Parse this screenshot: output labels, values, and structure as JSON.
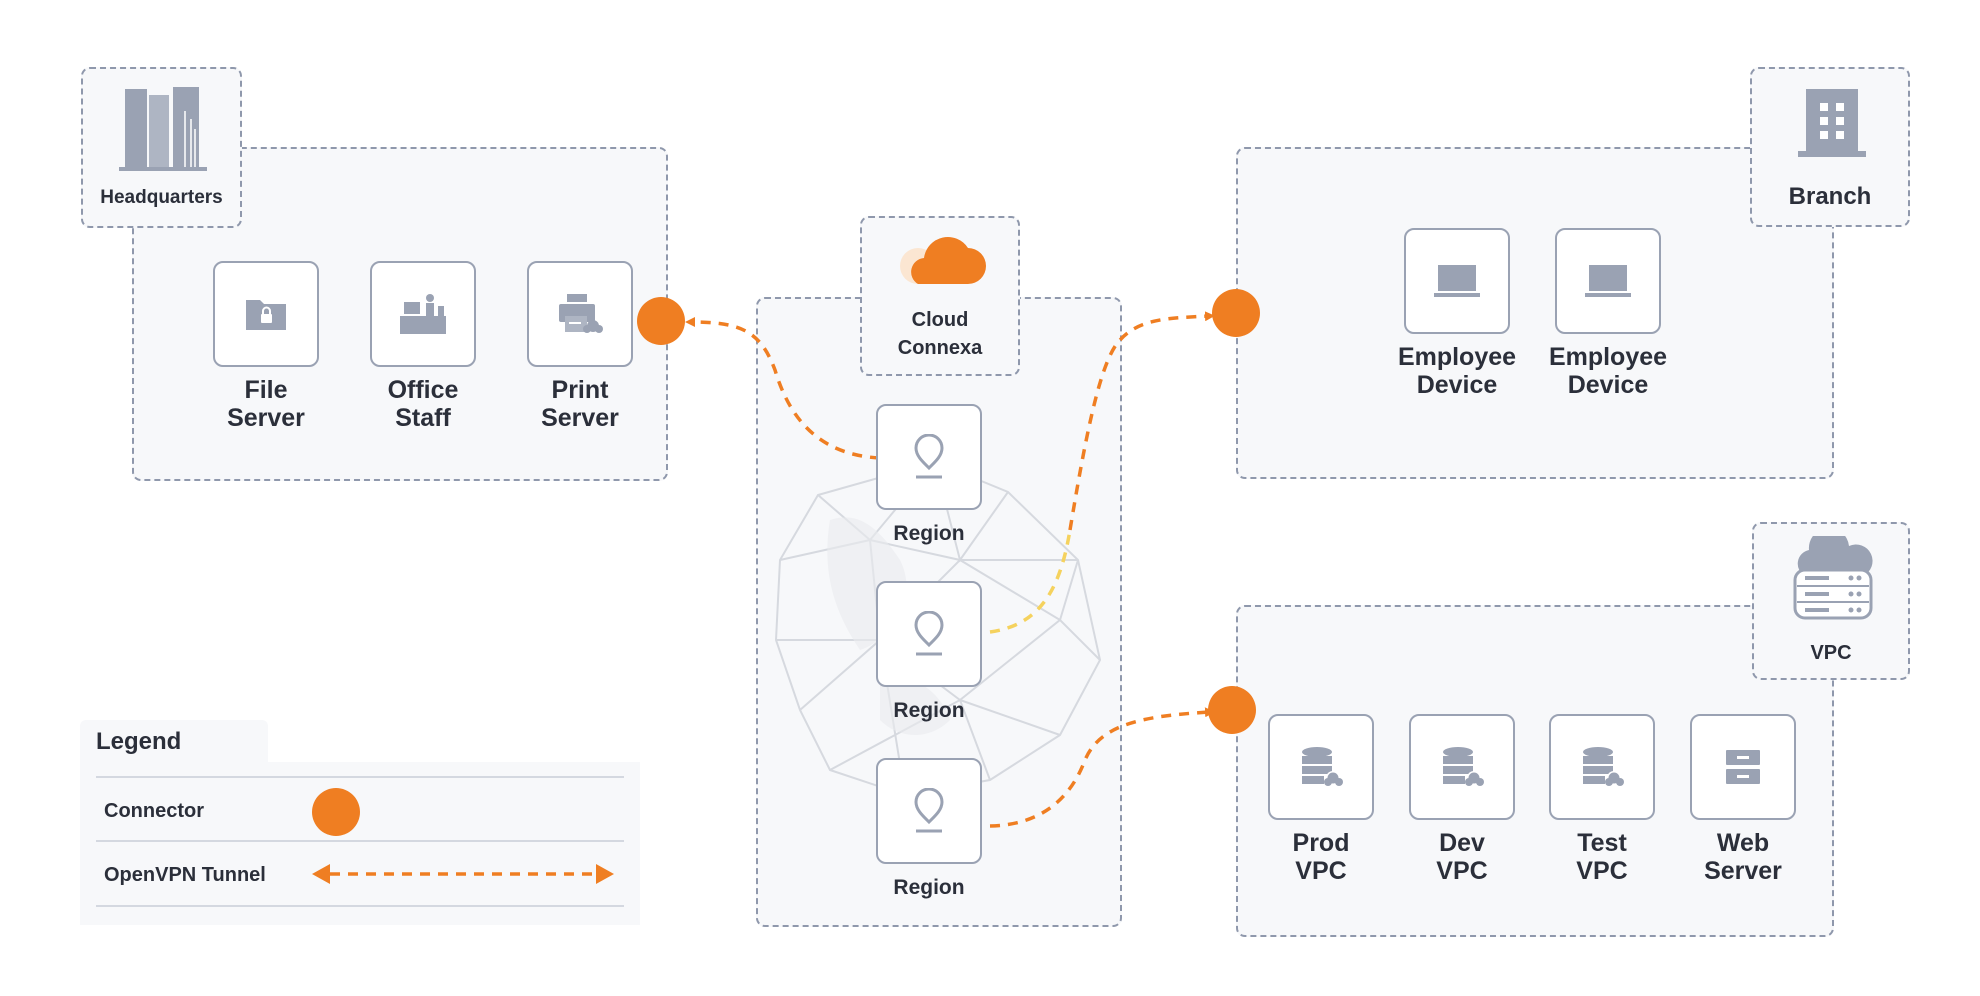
{
  "colors": {
    "accent": "#ef7e22",
    "yellow_tunnel": "#f5d25e",
    "icon_gray": "#9aa2b3",
    "box_border": "#8f98ac",
    "box_fill": "#f7f8fa"
  },
  "headquarters": {
    "label": "Headquarters",
    "icon": "office-towers-icon",
    "devices": [
      {
        "line1": "File",
        "line2": "Server",
        "icon": "folder-lock-icon"
      },
      {
        "line1": "Office",
        "line2": "Staff",
        "icon": "desk-person-icon"
      },
      {
        "line1": "Print",
        "line2": "Server",
        "icon": "printer-cloud-icon"
      }
    ]
  },
  "cloud": {
    "line1": "Cloud",
    "line2": "Connexa",
    "icon": "cloud-connexa-logo",
    "regions": [
      {
        "label": "Region",
        "icon": "location-pin-icon"
      },
      {
        "label": "Region",
        "icon": "location-pin-icon"
      },
      {
        "label": "Region",
        "icon": "location-pin-icon"
      }
    ]
  },
  "branch": {
    "label": "Branch",
    "icon": "building-icon",
    "devices": [
      {
        "line1": "Employee",
        "line2": "Device",
        "icon": "laptop-icon"
      },
      {
        "line1": "Employee",
        "line2": "Device",
        "icon": "laptop-icon"
      }
    ]
  },
  "vpc": {
    "label": "VPC",
    "icon": "cloud-server-icon",
    "devices": [
      {
        "line1": "Prod",
        "line2": "VPC",
        "icon": "database-cloud-icon"
      },
      {
        "line1": "Dev",
        "line2": "VPC",
        "icon": "database-cloud-icon"
      },
      {
        "line1": "Test",
        "line2": "VPC",
        "icon": "database-cloud-icon"
      },
      {
        "line1": "Web",
        "line2": "Server",
        "icon": "server-icon"
      }
    ]
  },
  "legend": {
    "title": "Legend",
    "items": [
      {
        "label": "Connector",
        "symbol": "connector-dot"
      },
      {
        "label": "OpenVPN Tunnel",
        "symbol": "dashed-double-arrow"
      }
    ]
  }
}
